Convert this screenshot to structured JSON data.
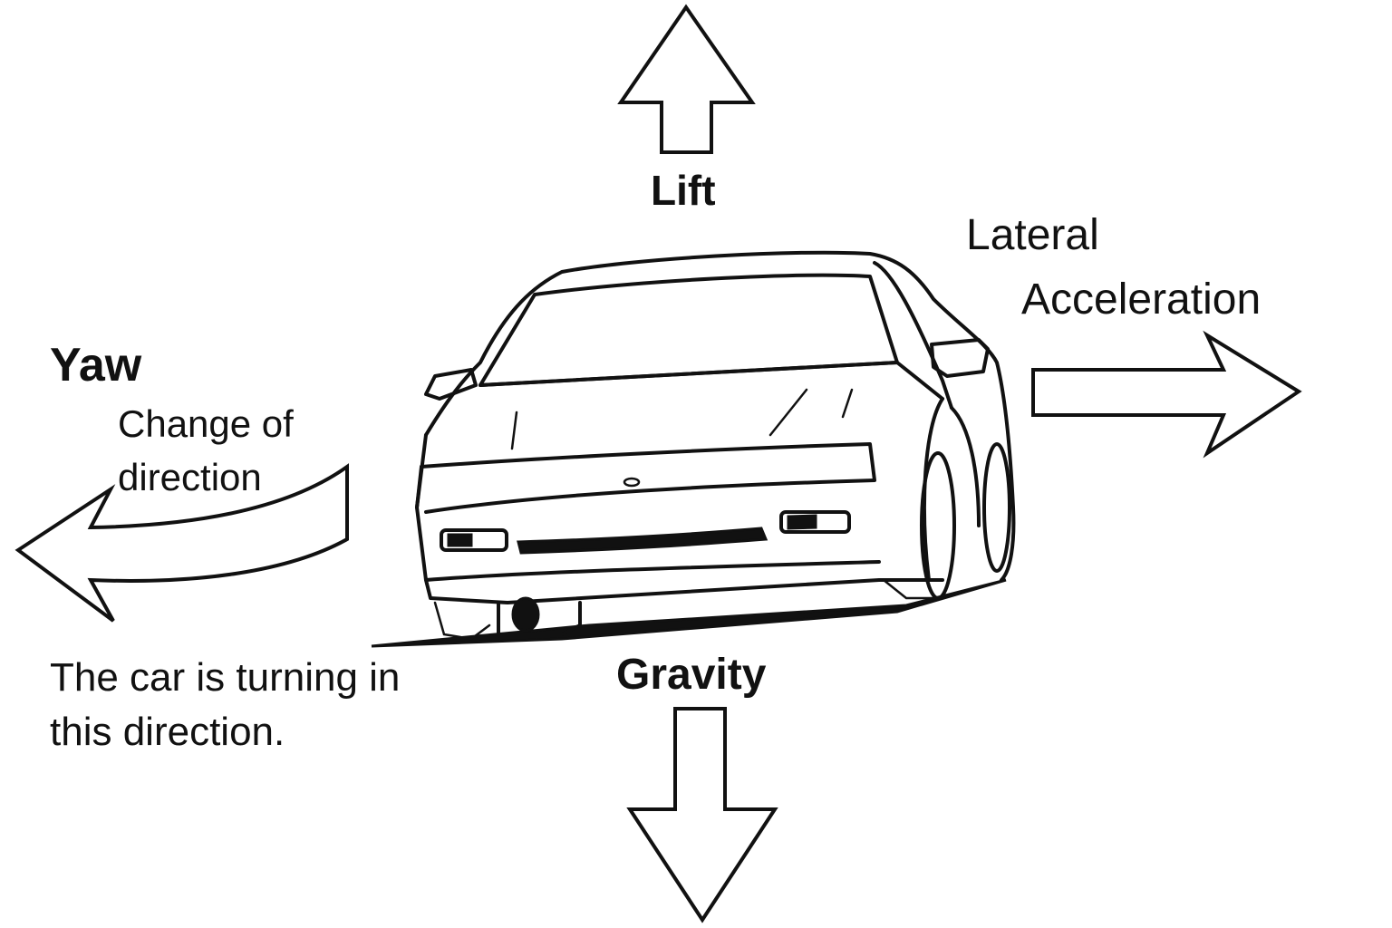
{
  "labels": {
    "lift": "Lift",
    "lateral_line1": "Lateral",
    "lateral_line2": "Acceleration",
    "yaw": "Yaw",
    "yaw_desc_line1": "Change of",
    "yaw_desc_line2": "direction",
    "turning_line1": "The car is turning in",
    "turning_line2": "this direction.",
    "gravity": "Gravity"
  }
}
